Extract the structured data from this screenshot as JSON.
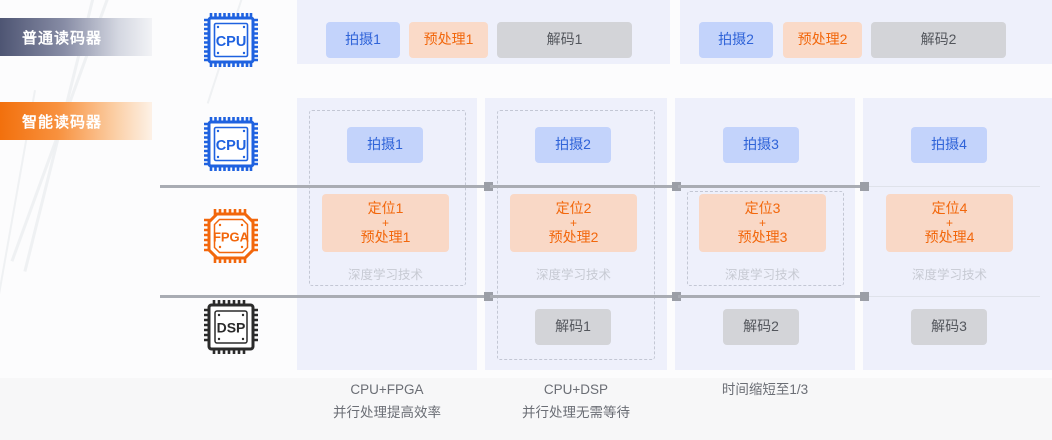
{
  "diagram": {
    "title_rows": [
      {
        "id": "ordinary",
        "label": "普通读码器",
        "accent": "#4e5573"
      },
      {
        "id": "smart",
        "label": "智能读码器",
        "accent": "#f2700d"
      }
    ],
    "processors": [
      {
        "id": "cpu-top",
        "name": "CPU",
        "color": "#1f62e0"
      },
      {
        "id": "cpu-bottom",
        "name": "CPU",
        "color": "#1f62e0"
      },
      {
        "id": "fpga",
        "name": "FPGA",
        "color": "#f2670c"
      },
      {
        "id": "dsp",
        "name": "DSP",
        "color": "#2b2b2b"
      }
    ],
    "ordinary": {
      "cycles": [
        {
          "capture": "拍摄1",
          "preprocess": "预处理1",
          "decode": "解码1"
        },
        {
          "capture": "拍摄2",
          "preprocess": "预处理2",
          "decode": "解码2"
        }
      ]
    },
    "smart": {
      "deep_learning_label": "深度学习技术",
      "columns": [
        {
          "capture": "拍摄1",
          "locate": "定位1",
          "plus": "+",
          "preprocess": "预处理1",
          "decode": ""
        },
        {
          "capture": "拍摄2",
          "locate": "定位2",
          "plus": "+",
          "preprocess": "预处理2",
          "decode": "解码1"
        },
        {
          "capture": "拍摄3",
          "locate": "定位3",
          "plus": "+",
          "preprocess": "预处理3",
          "decode": "解码2"
        },
        {
          "capture": "拍摄4",
          "locate": "定位4",
          "plus": "+",
          "preprocess": "预处理4",
          "decode": "解码3"
        }
      ]
    },
    "captions": [
      {
        "line1": "CPU+FPGA",
        "line2": "并行处理提高效率"
      },
      {
        "line1": "CPU+DSP",
        "line2": "并行处理无需等待"
      },
      {
        "line1": "时间缩短至1/3",
        "line2": ""
      }
    ],
    "colors": {
      "panel_bg": "#eef0fb",
      "capture_bg": "#c3d3fb",
      "capture_fg": "#2f63d8",
      "preprocess_bg": "#fadac8",
      "preprocess_fg": "#f2670c",
      "decode_bg": "#d3d4d8",
      "decode_fg": "#53565c",
      "dash_border": "#c3c7d4",
      "rail": "#a9acb3"
    }
  }
}
